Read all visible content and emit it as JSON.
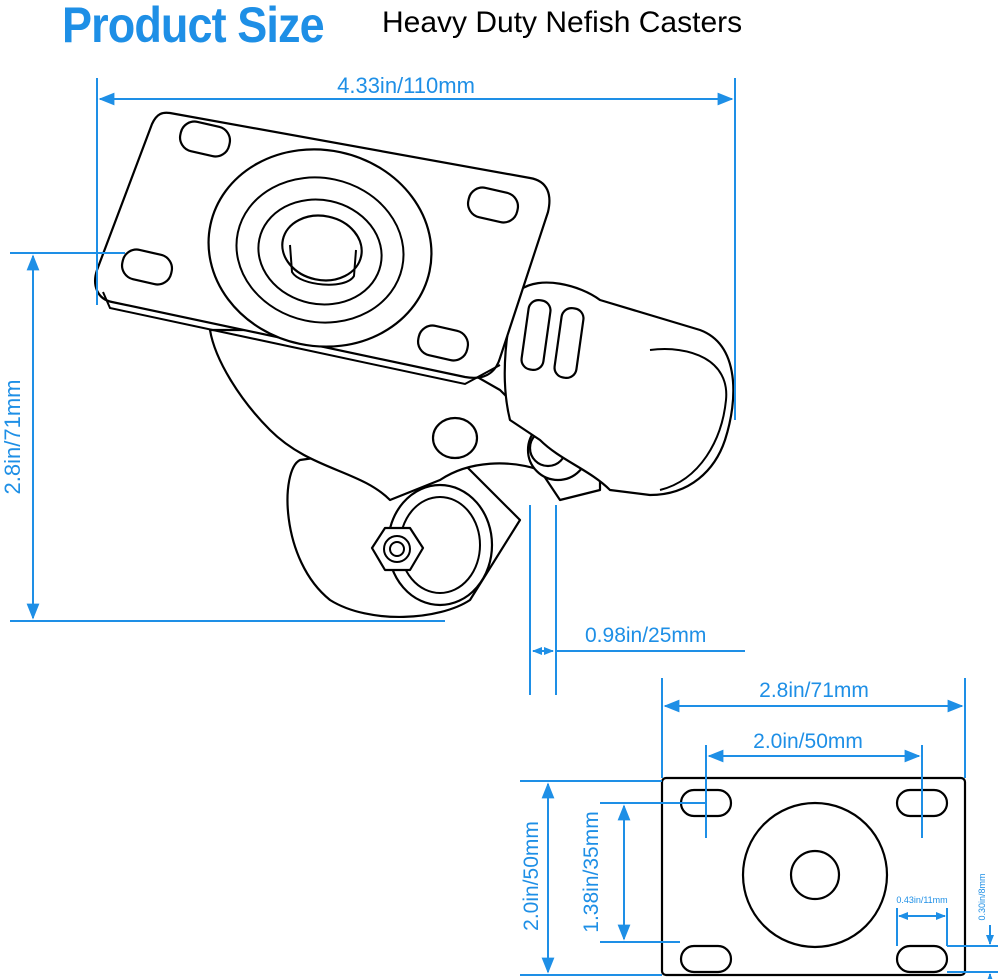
{
  "header": {
    "title": "Product Size",
    "subtitle": "Heavy Duty Nefish Casters"
  },
  "dimensions": {
    "overall_length": "4.33in/110mm",
    "overall_height": "2.8in/71mm",
    "wheel_width": "0.98in/25mm",
    "plate_length": "2.8in/71mm",
    "hole_spacing_length": "2.0in/50mm",
    "plate_width": "2.0in/50mm",
    "hole_spacing_width": "1.38in/35mm",
    "slot_length": "0.43in/11mm",
    "slot_width": "0.30in/8mm"
  },
  "colors": {
    "title": "#1e8fe6",
    "dimension_lines": "#1e8fe6",
    "drawing": "#000000"
  }
}
